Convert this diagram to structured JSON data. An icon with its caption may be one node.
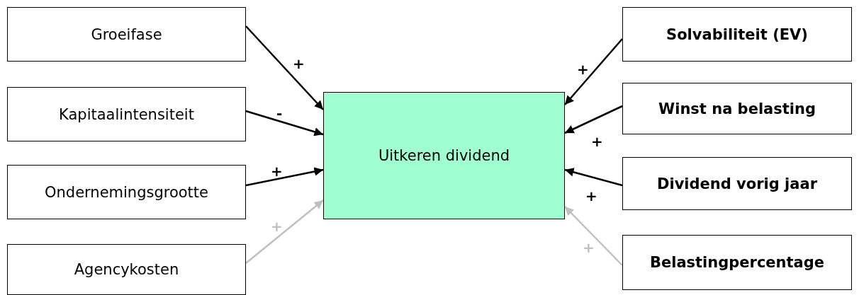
{
  "diagram": {
    "nodes": [
      {
        "text": [
          "Groeifase"
        ]
      },
      {
        "text": [
          "Kapitaalintensiteit"
        ]
      },
      {
        "text": [
          "Ondernemingsgrootte"
        ]
      },
      {
        "text": [
          "Agencykosten"
        ]
      },
      {
        "text": [
          "Uitkeren dividend"
        ]
      },
      {
        "text": [
          "Solvabiliteit (EV)"
        ]
      },
      {
        "text": [
          "Winst na belasting"
        ]
      },
      {
        "text": [
          "Dividend vorig jaar"
        ]
      },
      {
        "text": [
          "Belastingpercentage"
        ]
      }
    ],
    "edges": [
      {
        "from": 0,
        "to": 4,
        "arrow": "to",
        "label": "+"
      },
      {
        "from": 1,
        "to": 4,
        "arrow": "to",
        "label": "-"
      },
      {
        "from": 2,
        "to": 4,
        "arrow": "to",
        "label": "+"
      },
      {
        "from": 3,
        "to": 4,
        "arrow": "to",
        "label": "+",
        "color": "#c0c0c0"
      },
      {
        "from": 5,
        "to": 4,
        "arrow": "to",
        "label": "+"
      },
      {
        "from": 6,
        "to": 4,
        "arrow": "to",
        "label": "+"
      },
      {
        "from": 7,
        "to": 4,
        "arrow": "to",
        "label": "+"
      },
      {
        "from": 8,
        "to": 4,
        "arrow": "to",
        "label": "+",
        "color": "#c0c0c0"
      }
    ]
  }
}
